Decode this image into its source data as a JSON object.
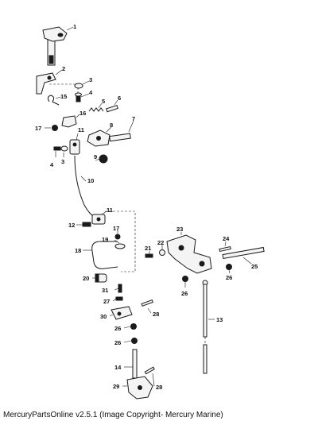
{
  "callouts": [
    "1",
    "2",
    "3",
    "4",
    "5",
    "6",
    "15",
    "16",
    "17",
    "7",
    "8",
    "11",
    "3",
    "4",
    "9",
    "10",
    "11",
    "12",
    "17",
    "19",
    "18",
    "22",
    "21",
    "23",
    "24",
    "20",
    "31",
    "27",
    "30",
    "28",
    "26",
    "26",
    "14",
    "29",
    "28",
    "26",
    "25",
    "26",
    "13"
  ],
  "footer": {
    "text": "MercuryPartsOnline v2.5.1 (Image Copyright- Mercury Marine)"
  }
}
